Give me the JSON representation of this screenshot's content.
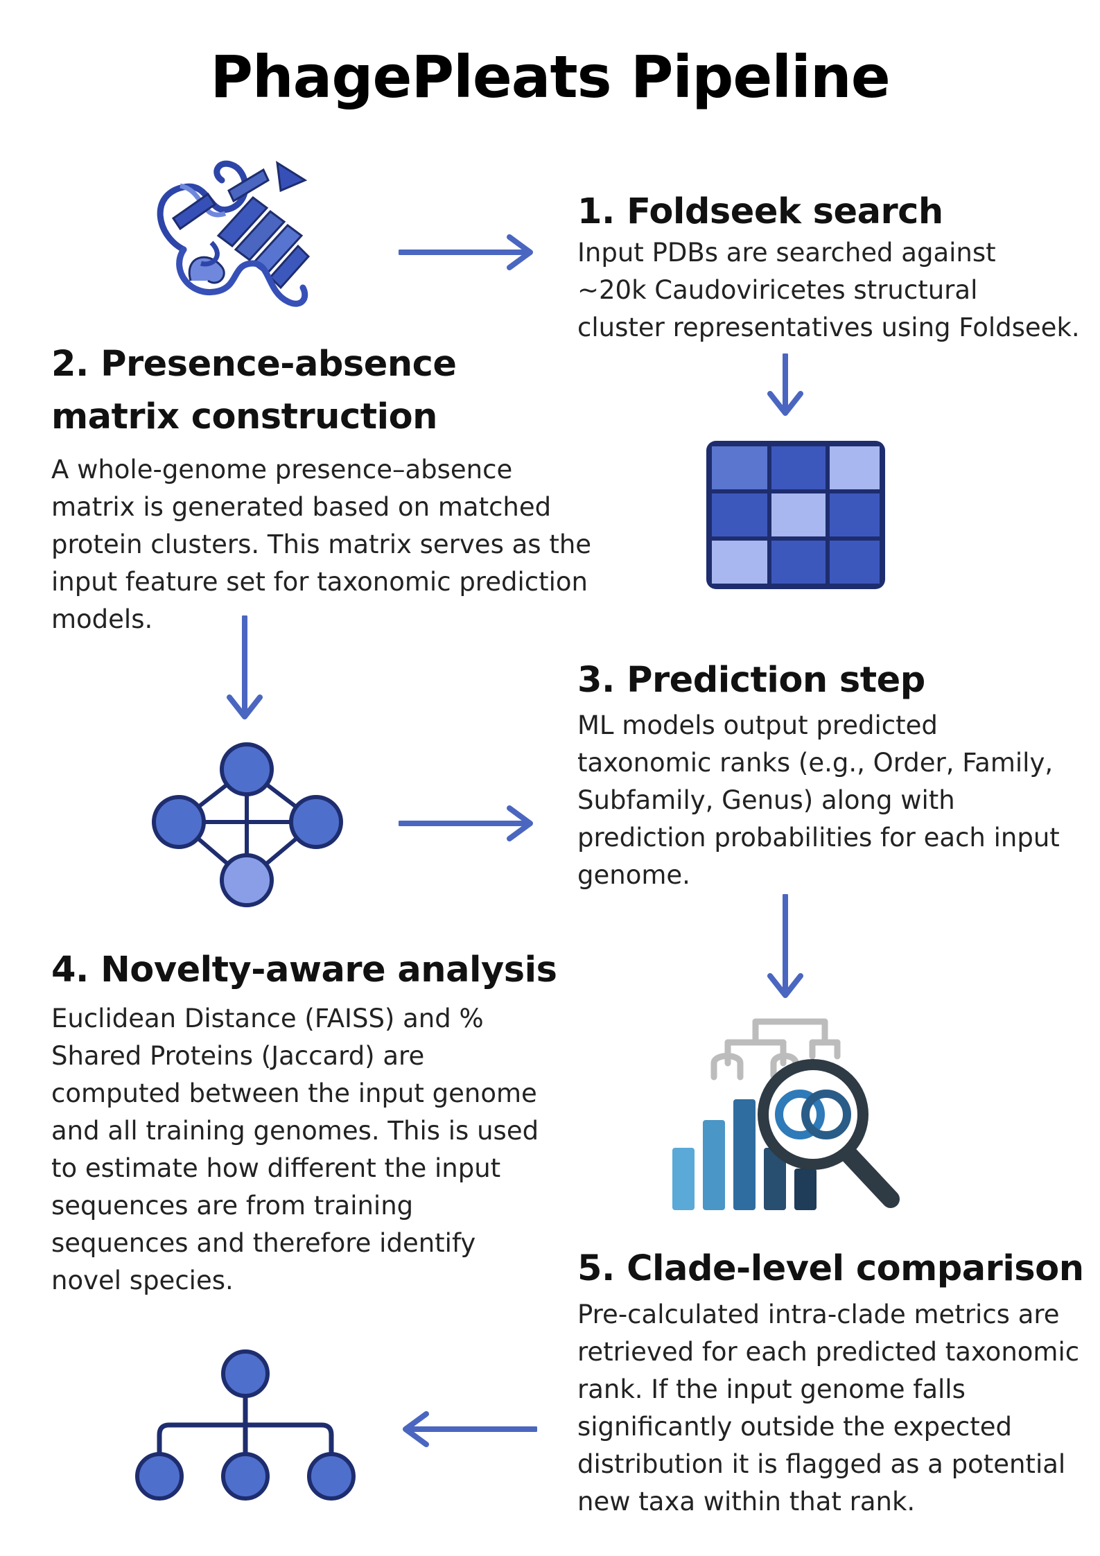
{
  "title": "PhagePleats Pipeline",
  "steps": [
    {
      "heading": "1. Foldseek search",
      "description": "Input PDBs are searched against\n~20k Caudoviricetes structural\ncluster representatives using Foldseek."
    },
    {
      "heading": "2. Presence-absence\nmatrix construction",
      "description": "A whole-genome presence–absence\nmatrix is generated based on matched\nprotein clusters. This matrix serves as the\ninput feature set for taxonomic prediction\nmodels."
    },
    {
      "heading": "3. Prediction step",
      "description": "ML models output predicted\ntaxonomic ranks (e.g., Order, Family,\nSubfamily, Genus) along with\nprediction probabilities for each input\ngenome."
    },
    {
      "heading": "4. Novelty-aware analysis",
      "description": "Euclidean Distance (FAISS) and %\nShared Proteins (Jaccard) are\ncomputed between the input genome\nand all training genomes. This is used\nto estimate how different the input\nsequences are from training\nsequences and therefore identify\nnovel species."
    },
    {
      "heading": "5. Clade-level comparison",
      "description": "Pre-calculated intra-clade metrics are\nretrieved for each predicted taxonomic\nrank. If the input genome falls\nsignificantly outside the expected\ndistribution it is flagged as a potential\nnew taxa within that rank."
    }
  ],
  "icons": {
    "protein": "protein-structure-icon",
    "matrix": "matrix-grid-icon",
    "network": "network-graph-icon",
    "analysis": "dendrogram-magnifier-icon",
    "tree": "hierarchy-tree-icon"
  },
  "colors": {
    "primary": "#4a66c0",
    "dark_outline": "#1e2d6e",
    "light_cell": "#a8b7ef",
    "node_fill": "#4f6fcc",
    "node_light": "#8a9ee8"
  }
}
